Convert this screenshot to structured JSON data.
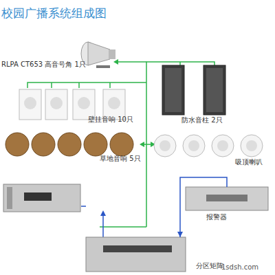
{
  "diagram": {
    "title": "校园广播系统组成图",
    "nodes": [
      {
        "text": [
          "RLPA CT653 高音号角 1只"
        ]
      },
      {
        "text": [
          "壁挂音响 10只"
        ]
      },
      {
        "text": [
          "防水音柱 2只"
        ]
      },
      {
        "text": [
          "草地音响 5只"
        ]
      },
      {
        "text": [
          "吸顶喇叭"
        ]
      },
      {
        "text": [
          "报警器"
        ]
      },
      {
        "text": [
          "分区矩阵"
        ]
      }
    ],
    "edges": [
      {
        "from": 5,
        "to": 6,
        "arrow": "to"
      }
    ],
    "labels": [
      "1sdsh.com"
    ]
  }
}
